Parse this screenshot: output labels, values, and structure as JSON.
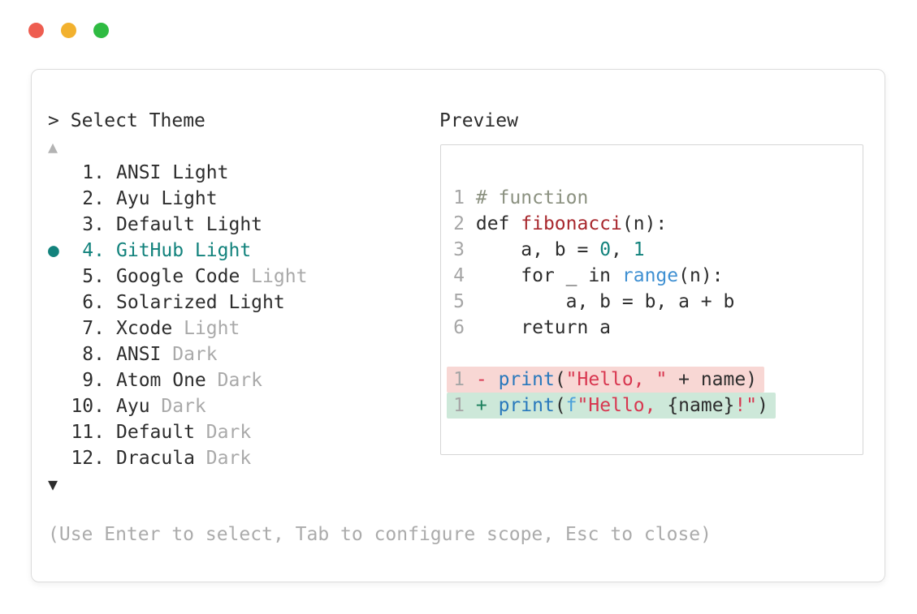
{
  "traffic_lights": [
    {
      "name": "close",
      "color": "#ee5d50"
    },
    {
      "name": "minimize",
      "color": "#f2b12e"
    },
    {
      "name": "zoom",
      "color": "#2fbb42"
    }
  ],
  "window": {
    "prompt": {
      "caret": ">",
      "title": "Select Theme"
    },
    "scroll_up_indicator": "▲",
    "scroll_down_indicator": "▼",
    "selected_marker": "●",
    "theme_list": [
      {
        "number": "1",
        "name": "ANSI Light",
        "muted_suffix": "",
        "selected": false
      },
      {
        "number": "2",
        "name": "Ayu Light",
        "muted_suffix": "",
        "selected": false
      },
      {
        "number": "3",
        "name": "Default Light",
        "muted_suffix": "",
        "selected": false
      },
      {
        "number": "4",
        "name": "GitHub Light",
        "muted_suffix": "",
        "selected": true
      },
      {
        "number": "5",
        "name": "Google Code",
        "muted_suffix": " Light",
        "selected": false
      },
      {
        "number": "6",
        "name": "Solarized Light",
        "muted_suffix": "",
        "selected": false
      },
      {
        "number": "7",
        "name": "Xcode",
        "muted_suffix": " Light",
        "selected": false
      },
      {
        "number": "8",
        "name": "ANSI",
        "muted_suffix": " Dark",
        "selected": false
      },
      {
        "number": "9",
        "name": "Atom One",
        "muted_suffix": " Dark",
        "selected": false
      },
      {
        "number": "10",
        "name": "Ayu",
        "muted_suffix": " Dark",
        "selected": false
      },
      {
        "number": "11",
        "name": "Default",
        "muted_suffix": " Dark",
        "selected": false
      },
      {
        "number": "12",
        "name": "Dracula",
        "muted_suffix": " Dark",
        "selected": false
      }
    ],
    "preview": {
      "label": "Preview",
      "code_lines": [
        {
          "number": "1",
          "tokens": [
            {
              "text": "# function",
              "type": "comment"
            }
          ]
        },
        {
          "number": "2",
          "tokens": [
            {
              "text": "def ",
              "type": "plain"
            },
            {
              "text": "fibonacci",
              "type": "func"
            },
            {
              "text": "(n):",
              "type": "plain"
            }
          ]
        },
        {
          "number": "3",
          "tokens": [
            {
              "text": "    a, b = ",
              "type": "plain"
            },
            {
              "text": "0",
              "type": "number"
            },
            {
              "text": ", ",
              "type": "plain"
            },
            {
              "text": "1",
              "type": "number"
            }
          ]
        },
        {
          "number": "4",
          "tokens": [
            {
              "text": "    for _ in ",
              "type": "plain"
            },
            {
              "text": "range",
              "type": "call"
            },
            {
              "text": "(n):",
              "type": "plain"
            }
          ]
        },
        {
          "number": "5",
          "tokens": [
            {
              "text": "        a, b = b, a + b",
              "type": "plain"
            }
          ]
        },
        {
          "number": "6",
          "tokens": [
            {
              "text": "    return a",
              "type": "plain"
            }
          ]
        }
      ],
      "diff_lines": [
        {
          "number": "1",
          "kind": "del",
          "tokens": [
            {
              "text": "- ",
              "type": "del"
            },
            {
              "text": "print",
              "type": "builtin"
            },
            {
              "text": "(",
              "type": "plain"
            },
            {
              "text": "\"Hello, \"",
              "type": "string"
            },
            {
              "text": " + name)",
              "type": "plain"
            }
          ]
        },
        {
          "number": "1",
          "kind": "add",
          "tokens": [
            {
              "text": "+ ",
              "type": "add"
            },
            {
              "text": "print",
              "type": "builtin"
            },
            {
              "text": "(",
              "type": "plain"
            },
            {
              "text": "f",
              "type": "fprefix"
            },
            {
              "text": "\"Hello, ",
              "type": "string"
            },
            {
              "text": "{name}",
              "type": "plain"
            },
            {
              "text": "!\"",
              "type": "string"
            },
            {
              "text": ")",
              "type": "plain"
            }
          ]
        }
      ]
    },
    "hint": "(Use Enter to select, Tab to configure scope, Esc to close)"
  },
  "colors": {
    "text_dark": "#2d2d2d",
    "text_muted": "#a9a9a9",
    "selection_teal": "#12827c",
    "comment": "#8b9180",
    "function_red": "#a8282e",
    "number_teal": "#12827c",
    "builtin_blue": "#2878bc",
    "call_blue": "#3f90d2",
    "string_red": "#d8364f",
    "diff_del_bg": "#f8d7d4",
    "diff_add_bg": "#cde8d9",
    "diff_add_green": "#1b7f5c",
    "window_border": "#dcdcdc",
    "preview_border": "#d6d6d6"
  }
}
